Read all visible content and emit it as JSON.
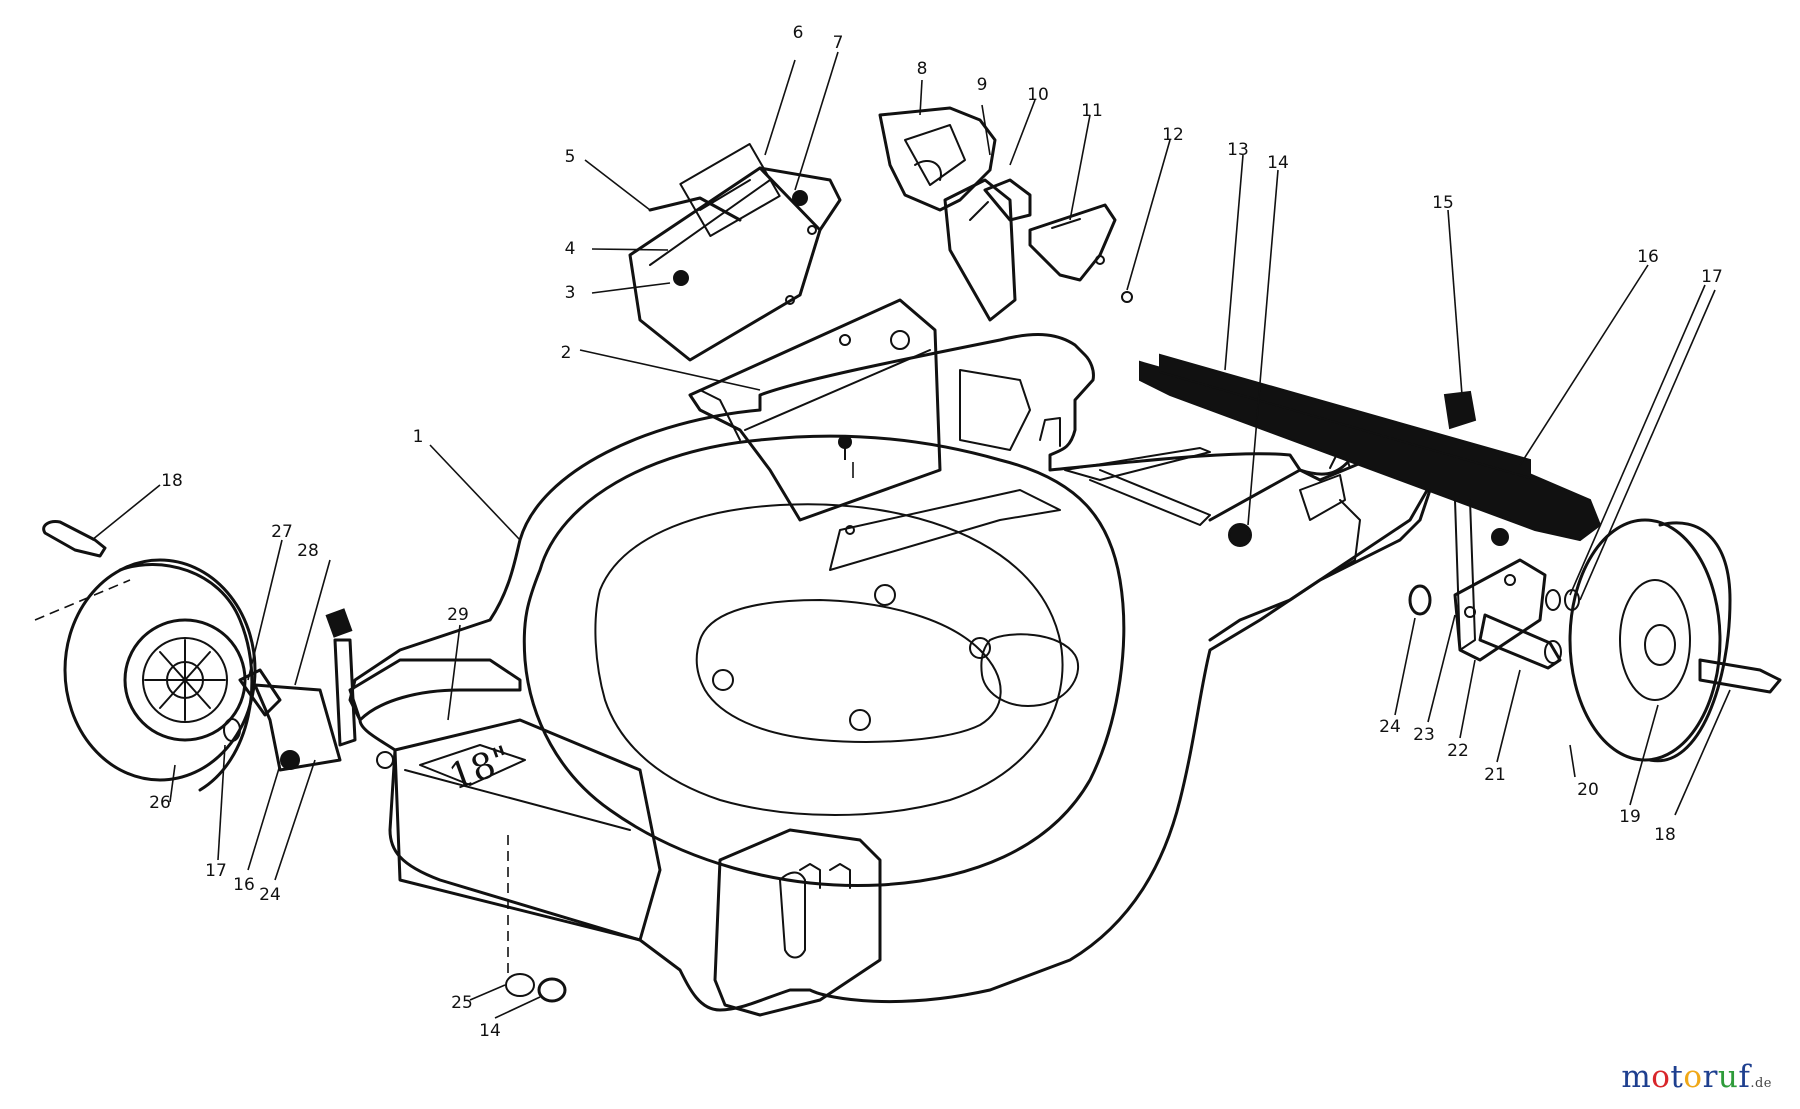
{
  "diagram": {
    "callouts": [
      {
        "id": "c1",
        "label": "1"
      },
      {
        "id": "c2",
        "label": "2"
      },
      {
        "id": "c3",
        "label": "3"
      },
      {
        "id": "c4",
        "label": "4"
      },
      {
        "id": "c5",
        "label": "5"
      },
      {
        "id": "c6",
        "label": "6"
      },
      {
        "id": "c7",
        "label": "7"
      },
      {
        "id": "c8",
        "label": "8"
      },
      {
        "id": "c9",
        "label": "9"
      },
      {
        "id": "c10",
        "label": "10"
      },
      {
        "id": "c11",
        "label": "11"
      },
      {
        "id": "c12",
        "label": "12"
      },
      {
        "id": "c13",
        "label": "13"
      },
      {
        "id": "c14a",
        "label": "14"
      },
      {
        "id": "c15",
        "label": "15"
      },
      {
        "id": "c16a",
        "label": "16"
      },
      {
        "id": "c17a",
        "label": "17"
      },
      {
        "id": "c18a",
        "label": "18"
      },
      {
        "id": "c27",
        "label": "27"
      },
      {
        "id": "c28",
        "label": "28"
      },
      {
        "id": "c29",
        "label": "29"
      },
      {
        "id": "c26",
        "label": "26"
      },
      {
        "id": "c17b",
        "label": "17"
      },
      {
        "id": "c16b",
        "label": "16"
      },
      {
        "id": "c24a",
        "label": "24"
      },
      {
        "id": "c25",
        "label": "25"
      },
      {
        "id": "c14b",
        "label": "14"
      },
      {
        "id": "c24b",
        "label": "24"
      },
      {
        "id": "c23",
        "label": "23"
      },
      {
        "id": "c22",
        "label": "22"
      },
      {
        "id": "c21",
        "label": "21"
      },
      {
        "id": "c20",
        "label": "20"
      },
      {
        "id": "c19",
        "label": "19"
      },
      {
        "id": "c18b",
        "label": "18"
      }
    ],
    "deck_marking": "18\""
  },
  "watermark": {
    "letters": [
      {
        "ch": "m",
        "color": "#1e3f8f"
      },
      {
        "ch": "o",
        "color": "#d8262b"
      },
      {
        "ch": "t",
        "color": "#1e3f8f"
      },
      {
        "ch": "o",
        "color": "#f0a818"
      },
      {
        "ch": "r",
        "color": "#1e3f8f"
      },
      {
        "ch": "u",
        "color": "#2e9b3a"
      },
      {
        "ch": "f",
        "color": "#1e3f8f"
      }
    ],
    "suffix": ".de"
  }
}
